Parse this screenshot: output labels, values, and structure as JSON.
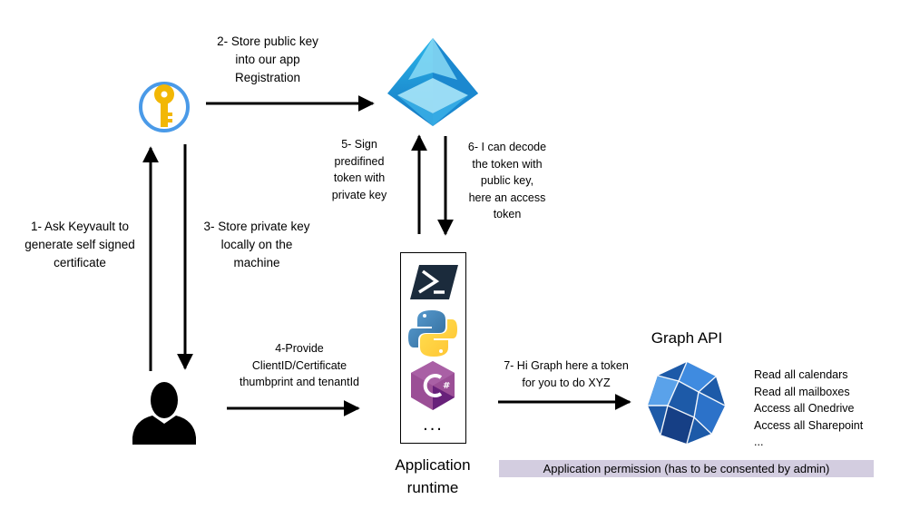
{
  "labels": {
    "step1": [
      "1- Ask Keyvault to",
      "generate self signed",
      "certificate"
    ],
    "step2": [
      "2- Store public key",
      "into our app",
      "Registration"
    ],
    "step3": [
      "3- Store private key",
      "locally on the",
      "machine"
    ],
    "step4": [
      "4-Provide",
      "ClientID/Certificate",
      "thumbprint and tenantId"
    ],
    "step5": [
      "5- Sign",
      "predifined",
      "token with",
      "private key"
    ],
    "step6": [
      "6- I can decode",
      "the token with",
      "public key,",
      "here an access",
      "token"
    ],
    "step7": [
      "7- Hi Graph here a token",
      "for you to do XYZ"
    ]
  },
  "graph_api_title": "Graph API",
  "runtime_label": [
    "Application",
    "runtime"
  ],
  "runtime_ellipsis": "...",
  "permissions": [
    "Read all calendars",
    "Read all mailboxes",
    "Access all Onedrive",
    "Access all Sharepoint",
    "..."
  ],
  "permission_banner": "Application permission (has to be consented by admin)",
  "colors": {
    "keyvault_ring": "#4a9ae8",
    "key_gold": "#f2b705",
    "azure_blue": "#1ea7dc",
    "graph_blue": "#1d5aa8",
    "banner": "#d3cde0"
  }
}
